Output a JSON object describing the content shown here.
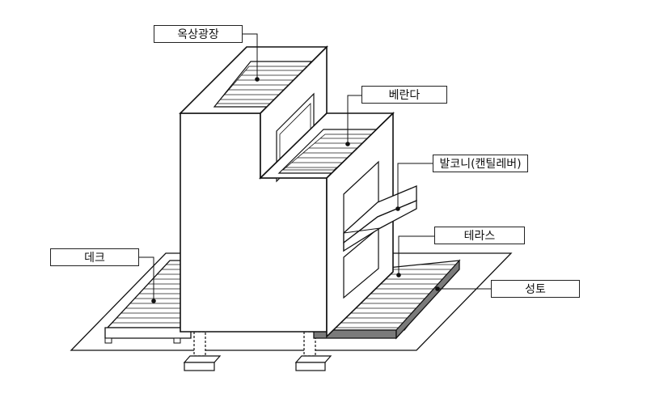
{
  "diagram": {
    "labels": {
      "rooftop_plaza": "옥상광장",
      "veranda": "베란다",
      "balcony": "발코니(캔틸레버)",
      "terrace": "테라스",
      "deck": "데크",
      "embankment": "성토"
    },
    "colors": {
      "line": "#111111",
      "fill": "#ffffff",
      "embankment_fill": "#7a7a7a",
      "hatch": "#555555"
    }
  }
}
